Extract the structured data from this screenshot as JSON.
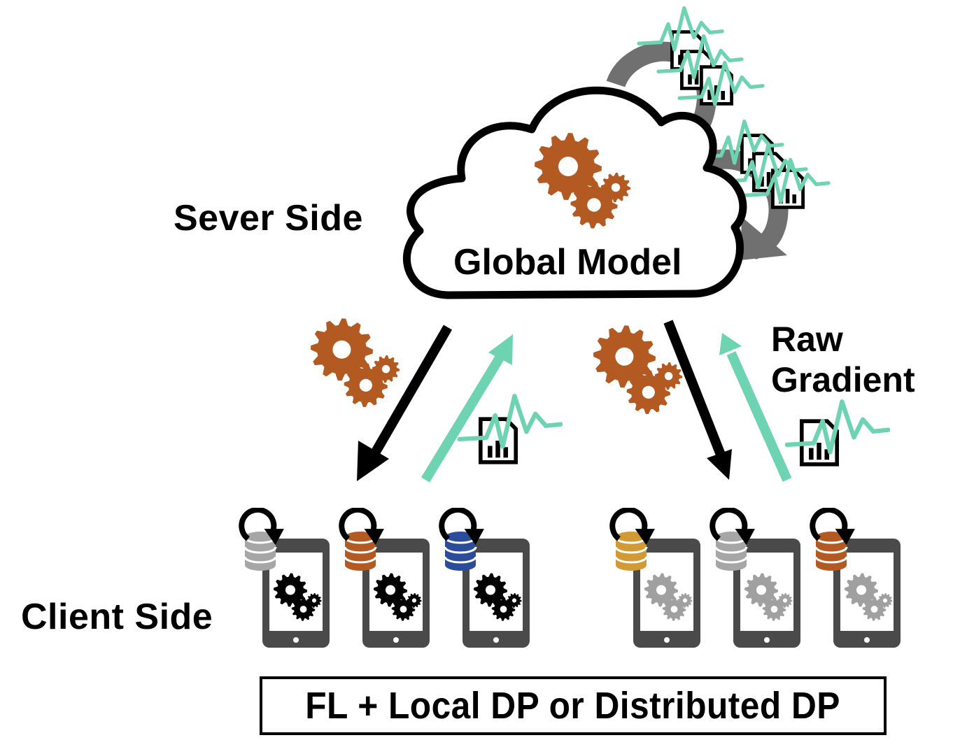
{
  "labels": {
    "server_side": "Sever Side",
    "client_side": "Client Side",
    "global_model": "Global Model",
    "raw_gradient_line1": "Raw",
    "raw_gradient_line2": "Gradient",
    "scheme": "FL + Local DP or Distributed DP"
  },
  "colors": {
    "gear_brown": "#b35a22",
    "gradient_green": "#6dd3b0",
    "arrow_gray": "#707070",
    "device_gray": "#4a4a4a",
    "active_gear": "#000000",
    "inactive_gear": "#a0a0a0"
  },
  "client_groups": [
    {
      "name": "left-group",
      "gear_state": "active",
      "clients": [
        {
          "db_color": "#a6a6a6"
        },
        {
          "db_color": "#b35a22"
        },
        {
          "db_color": "#2b4c9b"
        }
      ]
    },
    {
      "name": "right-group",
      "gear_state": "inactive",
      "clients": [
        {
          "db_color": "#d19a32"
        },
        {
          "db_color": "#a6a6a6"
        },
        {
          "db_color": "#b35a22"
        }
      ]
    }
  ],
  "icons": {
    "cloud": "cloud-icon",
    "gears": "gears-icon",
    "device": "tablet-icon",
    "database": "database-icon",
    "sync": "refresh-icon",
    "gradient_doc": "report-chart-icon",
    "noise_wave": "noise-wave-icon"
  }
}
